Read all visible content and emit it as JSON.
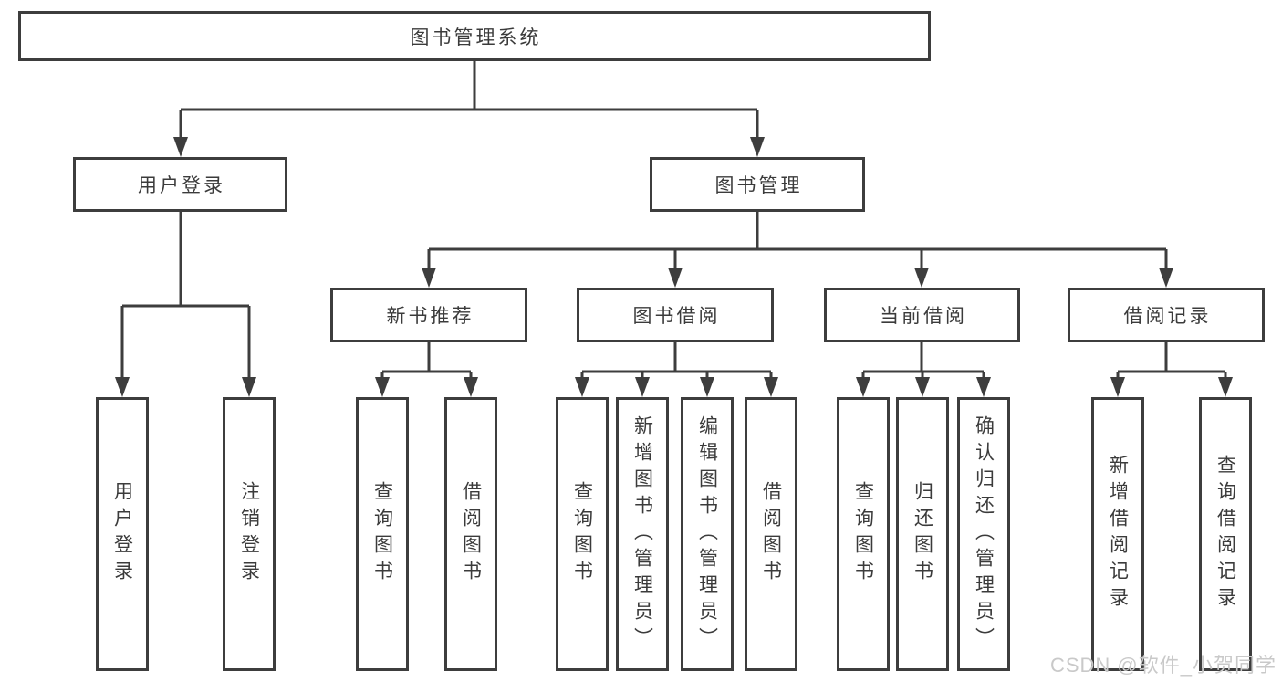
{
  "colors": {
    "line": "#3d3d3d",
    "text": "#3b3b3b",
    "background": "#ffffff",
    "watermark": "#c9c9c9"
  },
  "diagram": {
    "root": {
      "label": "图书管理系统"
    },
    "level2": [
      {
        "label": "用户登录"
      },
      {
        "label": "图书管理"
      }
    ],
    "level3": [
      {
        "label": "新书推荐"
      },
      {
        "label": "图书借阅"
      },
      {
        "label": "当前借阅"
      },
      {
        "label": "借阅记录"
      }
    ],
    "leaves": {
      "user_login": [
        {
          "label": "用户登录"
        },
        {
          "label": "注销登录"
        }
      ],
      "new_book_recommend": [
        {
          "label": "查询图书"
        },
        {
          "label": "借阅图书"
        }
      ],
      "book_borrow": [
        {
          "label": "查询图书"
        },
        {
          "label": "新增图书（管理员）"
        },
        {
          "label": "编辑图书（管理员）"
        },
        {
          "label": "借阅图书"
        }
      ],
      "current_borrow": [
        {
          "label": "查询图书"
        },
        {
          "label": "归还图书"
        },
        {
          "label": "确认归还（管理员）"
        }
      ],
      "borrow_records": [
        {
          "label": "新增借阅记录"
        },
        {
          "label": "查询借阅记录"
        }
      ]
    }
  },
  "watermark": {
    "text": "CSDN @软件_小贺同学"
  }
}
